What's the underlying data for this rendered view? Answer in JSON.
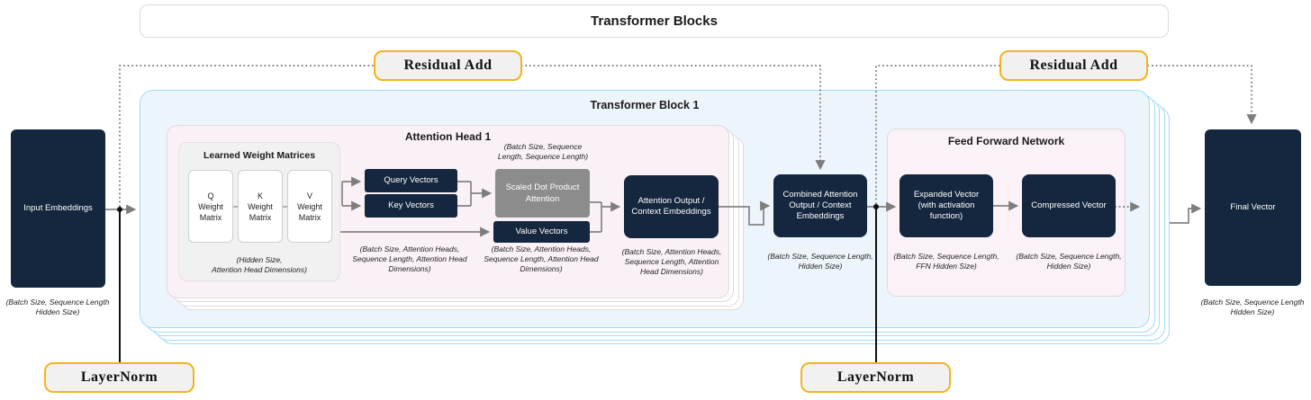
{
  "header": {
    "title": "Transformer Blocks"
  },
  "annotations": {
    "residual_add_left": "Residual Add",
    "residual_add_right": "Residual Add",
    "layer_norm_left": "LayerNorm",
    "layer_norm_right": "LayerNorm"
  },
  "io": {
    "input": {
      "label": "Input Embeddings",
      "dims": "(Batch Size, Sequence Length\nHidden Size)"
    },
    "output": {
      "label": "Final Vector",
      "dims": "(Batch Size, Sequence Length\nHidden Size)"
    }
  },
  "transformer_block": {
    "title": "Transformer Block 1",
    "attention_head": {
      "title": "Attention Head 1",
      "weights": {
        "title": "Learned Weight Matrices",
        "items": [
          {
            "label": "Q\nWeight\nMatrix"
          },
          {
            "label": "K\nWeight\nMatrix"
          },
          {
            "label": "V\nWeight\nMatrix"
          }
        ],
        "dims": "(Hidden Size,\nAttention Head Dimensions)"
      },
      "query": {
        "label": "Query Vectors"
      },
      "key": {
        "label": "Key Vectors"
      },
      "value": {
        "label": "Value Vectors"
      },
      "sdpa": {
        "label": "Scaled Dot Product\nAttention",
        "dims_above": "(Batch Size, Sequence\nLength, Sequence Length)"
      },
      "qk_dims": "(Batch Size, Attention Heads,\nSequence Length, Attention Head\nDimensions)",
      "value_dims": "(Batch Size, Attention Heads,\nSequence Length, Attention Head\nDimensions)",
      "output": {
        "label": "Attention Output /\nContext Embeddings",
        "dims": "(Batch Size, Attention Heads,\nSequence Length, Attention\nHead Dimensions)"
      }
    },
    "combined": {
      "label": "Combined Attention\nOutput / Context\nEmbeddings",
      "dims": "(Batch Size, Sequence Length,\nHidden Size)"
    },
    "ffn": {
      "title": "Feed Forward Network",
      "expanded": {
        "label": "Expanded Vector\n(with activation\nfunction)",
        "dims": "(Batch Size, Sequence Length,\nFFN Hidden Size)"
      },
      "compressed": {
        "label": "Compressed Vector",
        "dims": "(Batch Size, Sequence Length,\nHidden Size)"
      }
    }
  },
  "colors": {
    "navy": "#14273e",
    "gray_attention": "#8c8c8c",
    "accent_yellow": "#f2b41b",
    "block_fill": "#edf5fc",
    "block_border": "#9fdcf8",
    "attention_fill": "#faf1f7"
  }
}
